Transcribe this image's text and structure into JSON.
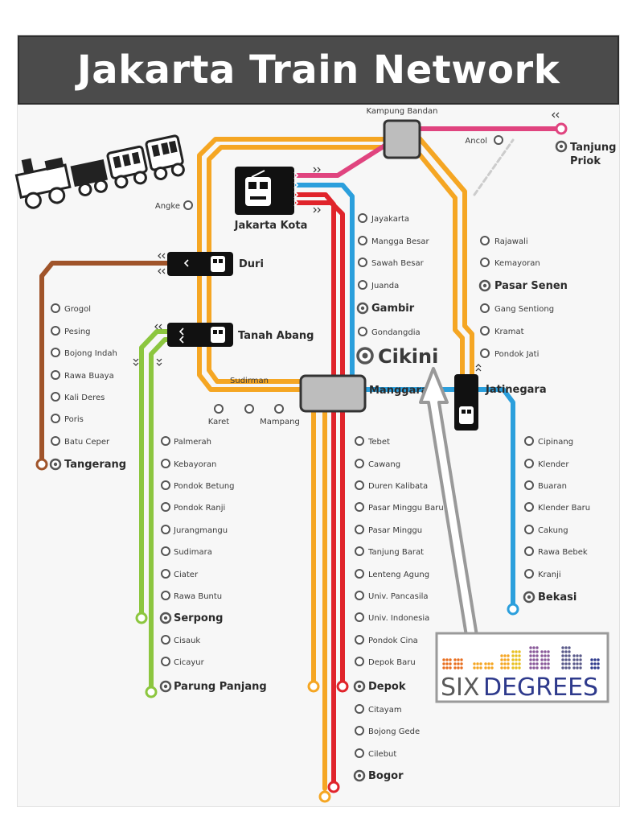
{
  "title": "Jakarta Train Network",
  "colors": {
    "title_bg": "#4b4b4b",
    "orange": "#f5a623",
    "pink": "#e0447f",
    "blue": "#2b9fdc",
    "red": "#e0242b",
    "green": "#8cc63f",
    "brown": "#a0542a",
    "hub": "#bdbdbd",
    "station_ring": "#555555",
    "dash": "#cccccc",
    "logo_blue": "#2e3a8c"
  },
  "icons": [
    "steam-train-icon",
    "commuter-train-icon",
    "station-ring-icon",
    "arrow-chevron-icon"
  ],
  "hubs": {
    "kampung_bandan": "Kampung Bandan",
    "jakarta_kota": "Jakarta Kota",
    "duri": "Duri",
    "tanah_abang": "Tanah Abang",
    "manggarai": "Manggarai",
    "jatinegara": "Jatinegara"
  },
  "north_stations": {
    "ancol": "Ancol",
    "tanjung_priok_1": "Tanjung",
    "tanjung_priok_2": "Priok",
    "angke": "Angke"
  },
  "central_line": [
    "Jayakarta",
    "Mangga Besar",
    "Sawah Besar",
    "Juanda",
    "Gambir",
    "Gondangdia",
    "Cikini"
  ],
  "east_north_line": [
    "Rajawali",
    "Kemayoran",
    "Pasar Senen",
    "Gang Sentiong",
    "Kramat",
    "Pondok Jati"
  ],
  "tangerang_line": [
    "Grogol",
    "Pesing",
    "Bojong Indah",
    "Rawa Buaya",
    "Kali Deres",
    "Poris",
    "Batu Ceper",
    "Tangerang"
  ],
  "loop_stations": [
    "Sudirman",
    "Karet",
    "Mampang"
  ],
  "serpong_line": [
    "Palmerah",
    "Kebayoran",
    "Pondok Betung",
    "Pondok Ranji",
    "Jurangmangu",
    "Sudimara",
    "Ciater",
    "Rawa Buntu",
    "Serpong",
    "Cisauk",
    "Cicayur",
    "Parung Panjang"
  ],
  "bogor_line": [
    "Tebet",
    "Cawang",
    "Duren Kalibata",
    "Pasar Minggu Baru",
    "Pasar Minggu",
    "Tanjung Barat",
    "Lenteng Agung",
    "Univ. Pancasila",
    "Univ. Indonesia",
    "Pondok Cina",
    "Depok Baru",
    "Depok",
    "Citayam",
    "Bojong Gede",
    "Cilebut",
    "Bogor"
  ],
  "bekasi_line": [
    "Cipinang",
    "Klender",
    "Buaran",
    "Klender Baru",
    "Cakung",
    "Rawa Bebek",
    "Kranji",
    "Bekasi"
  ],
  "logo": {
    "part1": "SIX",
    "part2": "DEGREES"
  }
}
